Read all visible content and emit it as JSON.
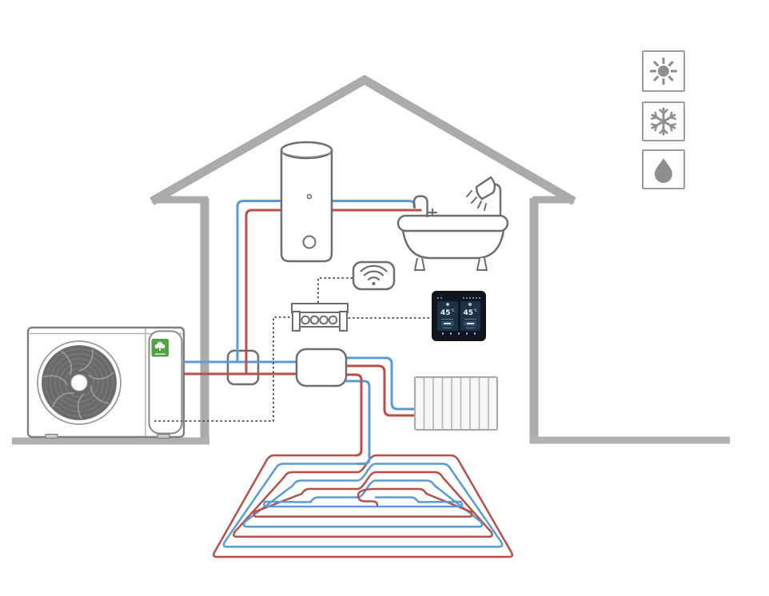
{
  "thermostat": {
    "zones": [
      {
        "temp": "45",
        "unit": "°C"
      },
      {
        "temp": "45",
        "unit": "°C"
      }
    ]
  },
  "mode_panel": {
    "icons": [
      "sun-icon",
      "snowflake-icon",
      "droplet-icon"
    ]
  },
  "brand_badge": {
    "icon": "tree-icon"
  },
  "colors": {
    "pipe_hot": "#b5504b",
    "pipe_cold": "#5b9bd5",
    "house_gray": "#ababab",
    "outline_gray": "#6e6e6e",
    "logo_green": "#54a145",
    "icon_gray": "#8f8f8f",
    "thermostat_screen": "#0d1622"
  }
}
